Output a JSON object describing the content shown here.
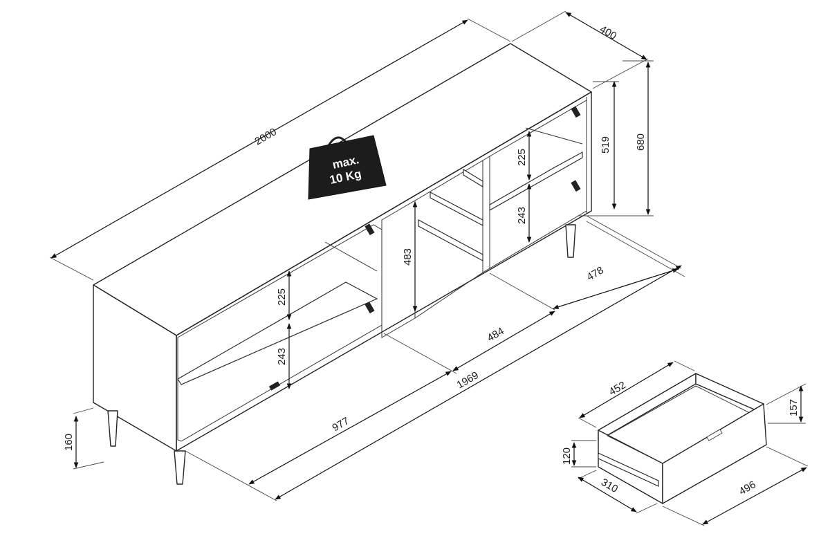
{
  "dimensions": {
    "width_total": "2000",
    "depth": "400",
    "height_body": "519",
    "height_total": "680",
    "leg_height": "160",
    "shelf_gap_top_left": "225",
    "shelf_gap_bottom_left": "243",
    "shelf_gap_top_right": "225",
    "shelf_gap_bottom_right": "243",
    "center_compartment_height": "483",
    "inner_width": "1969",
    "left_compartment_width": "977",
    "center_compartment_width": "484",
    "right_compartment_width": "478"
  },
  "drawer": {
    "width": "452",
    "depth": "496",
    "front_height": "157",
    "side_height": "120",
    "inner_depth": "310"
  },
  "load_badge": {
    "line1": "max.",
    "line2": "10 Kg",
    "fill": "#1c1c1c"
  },
  "colors": {
    "line": "#222222",
    "background": "#ffffff"
  }
}
